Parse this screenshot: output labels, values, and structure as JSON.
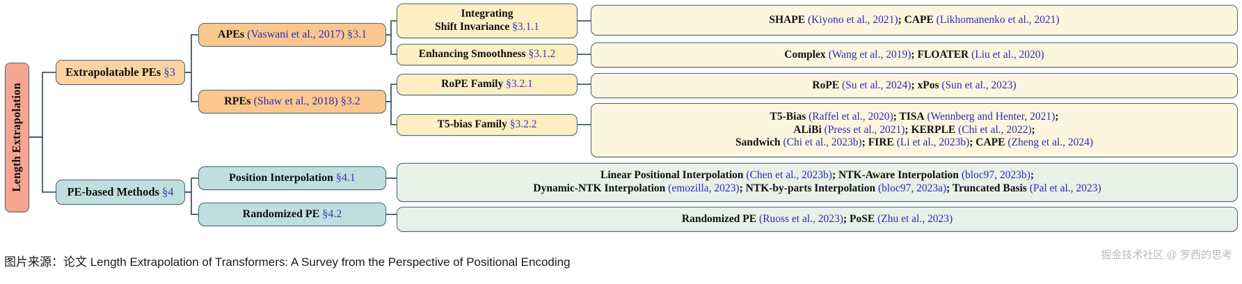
{
  "root": {
    "label": "Length Extrapolation"
  },
  "colors": {
    "root_bg": "#f7a490",
    "level1_orange_bg": "#fbd2a0",
    "level1_teal_bg": "#bfdede",
    "level2_orange_bg": "#fbc78e",
    "level3_cream_bg": "#fdeec4",
    "leaf_cream_bg": "#fdf6df",
    "leaf_green_bg": "#e7f1e8",
    "border": "#4a6670",
    "citation_blue": "#2b2bb5",
    "section_blue": "#3a3ab0",
    "text": "#101010"
  },
  "nodes": {
    "extrapolatable_pes": {
      "title": "Extrapolatable PEs",
      "section": "§3"
    },
    "pe_based_methods": {
      "title": "PE-based Methods",
      "section": "§4"
    },
    "apes": {
      "title": "APEs",
      "cite": "(Vaswani et al., 2017)",
      "section": "§3.1"
    },
    "rpes": {
      "title": "RPEs",
      "cite": "(Shaw et al., 2018)",
      "section": "§3.2"
    },
    "integrating_shift_invariance": {
      "line1": "Integrating",
      "line2": "Shift Invariance",
      "section": "§3.1.1"
    },
    "enhancing_smoothness": {
      "title": "Enhancing Smoothness",
      "section": "§3.1.2"
    },
    "rope_family": {
      "title": "RoPE Family",
      "section": "§3.2.1"
    },
    "t5bias_family": {
      "title": "T5-bias Family",
      "section": "§3.2.2"
    },
    "position_interpolation": {
      "title": "Position Interpolation",
      "section": "§4.1"
    },
    "randomized_pe": {
      "title": "Randomized PE",
      "section": "§4.2"
    }
  },
  "leaves": {
    "shift_invariance_methods": {
      "lines": [
        [
          {
            "t": "SHAPE",
            "b": true
          },
          {
            "t": " (Kiyono et al., 2021)",
            "b": false
          },
          {
            "t": "; ",
            "b": true
          },
          {
            "t": "CAPE",
            "b": true
          },
          {
            "t": " (Likhomanenko et al., 2021)",
            "b": false
          }
        ]
      ]
    },
    "smoothness_methods": {
      "lines": [
        [
          {
            "t": "Complex",
            "b": true
          },
          {
            "t": " (Wang et al., 2019)",
            "b": false
          },
          {
            "t": "; ",
            "b": true
          },
          {
            "t": "FLOATER",
            "b": true
          },
          {
            "t": " (Liu et al., 2020)",
            "b": false
          }
        ]
      ]
    },
    "rope_methods": {
      "lines": [
        [
          {
            "t": "RoPE",
            "b": true
          },
          {
            "t": " (Su et al., 2024)",
            "b": false
          },
          {
            "t": "; ",
            "b": true
          },
          {
            "t": "xPos",
            "b": true
          },
          {
            "t": " (Sun et al., 2023)",
            "b": false
          }
        ]
      ]
    },
    "t5bias_methods": {
      "lines": [
        [
          {
            "t": "T5-Bias",
            "b": true
          },
          {
            "t": " (Raffel et al., 2020)",
            "b": false
          },
          {
            "t": "; ",
            "b": true
          },
          {
            "t": "TISA",
            "b": true
          },
          {
            "t": " (Wennberg and Henter, 2021)",
            "b": false
          },
          {
            "t": ";",
            "b": true
          }
        ],
        [
          {
            "t": "ALiBi",
            "b": true
          },
          {
            "t": " (Press et al., 2021)",
            "b": false
          },
          {
            "t": "; ",
            "b": true
          },
          {
            "t": "KERPLE",
            "b": true
          },
          {
            "t": " (Chi et al., 2022)",
            "b": false
          },
          {
            "t": ";",
            "b": true
          }
        ],
        [
          {
            "t": "Sandwich",
            "b": true
          },
          {
            "t": " (Chi et al., 2023b)",
            "b": false
          },
          {
            "t": "; ",
            "b": true
          },
          {
            "t": "FIRE",
            "b": true
          },
          {
            "t": " (Li et al., 2023b)",
            "b": false
          },
          {
            "t": "; ",
            "b": true
          },
          {
            "t": "CAPE",
            "b": true
          },
          {
            "t": " (Zheng et al., 2024)",
            "b": false
          }
        ]
      ]
    },
    "position_interpolation_methods": {
      "lines": [
        [
          {
            "t": "Linear Positional Interpolation",
            "b": true
          },
          {
            "t": "  (Chen et al., 2023b)",
            "b": false
          },
          {
            "t": "; ",
            "b": true
          },
          {
            "t": "NTK-Aware Interpolation",
            "b": true
          },
          {
            "t": "  (bloc97, 2023b)",
            "b": false
          },
          {
            "t": ";",
            "b": true
          }
        ],
        [
          {
            "t": "Dynamic-NTK Interpolation",
            "b": true
          },
          {
            "t": "  (emozilla, 2023)",
            "b": false
          },
          {
            "t": "; ",
            "b": true
          },
          {
            "t": "NTK-by-parts Interpolation",
            "b": true
          },
          {
            "t": "  (bloc97, 2023a)",
            "b": false
          },
          {
            "t": "; ",
            "b": true
          },
          {
            "t": "Truncated Basis",
            "b": true
          },
          {
            "t": "  (Pal et al., 2023)",
            "b": false
          }
        ]
      ]
    },
    "randomized_pe_methods": {
      "lines": [
        [
          {
            "t": "Randomized PE",
            "b": true
          },
          {
            "t": " (Ruoss et al., 2023)",
            "b": false
          },
          {
            "t": "; ",
            "b": true
          },
          {
            "t": "PoSE",
            "b": true
          },
          {
            "t": " (Zhu et al., 2023)",
            "b": false
          }
        ]
      ]
    }
  },
  "caption": "图片来源：论文 Length Extrapolation of Transformers: A Survey from the Perspective of Positional Encoding",
  "watermark": "掘金技术社区 @ 罗西的思考"
}
